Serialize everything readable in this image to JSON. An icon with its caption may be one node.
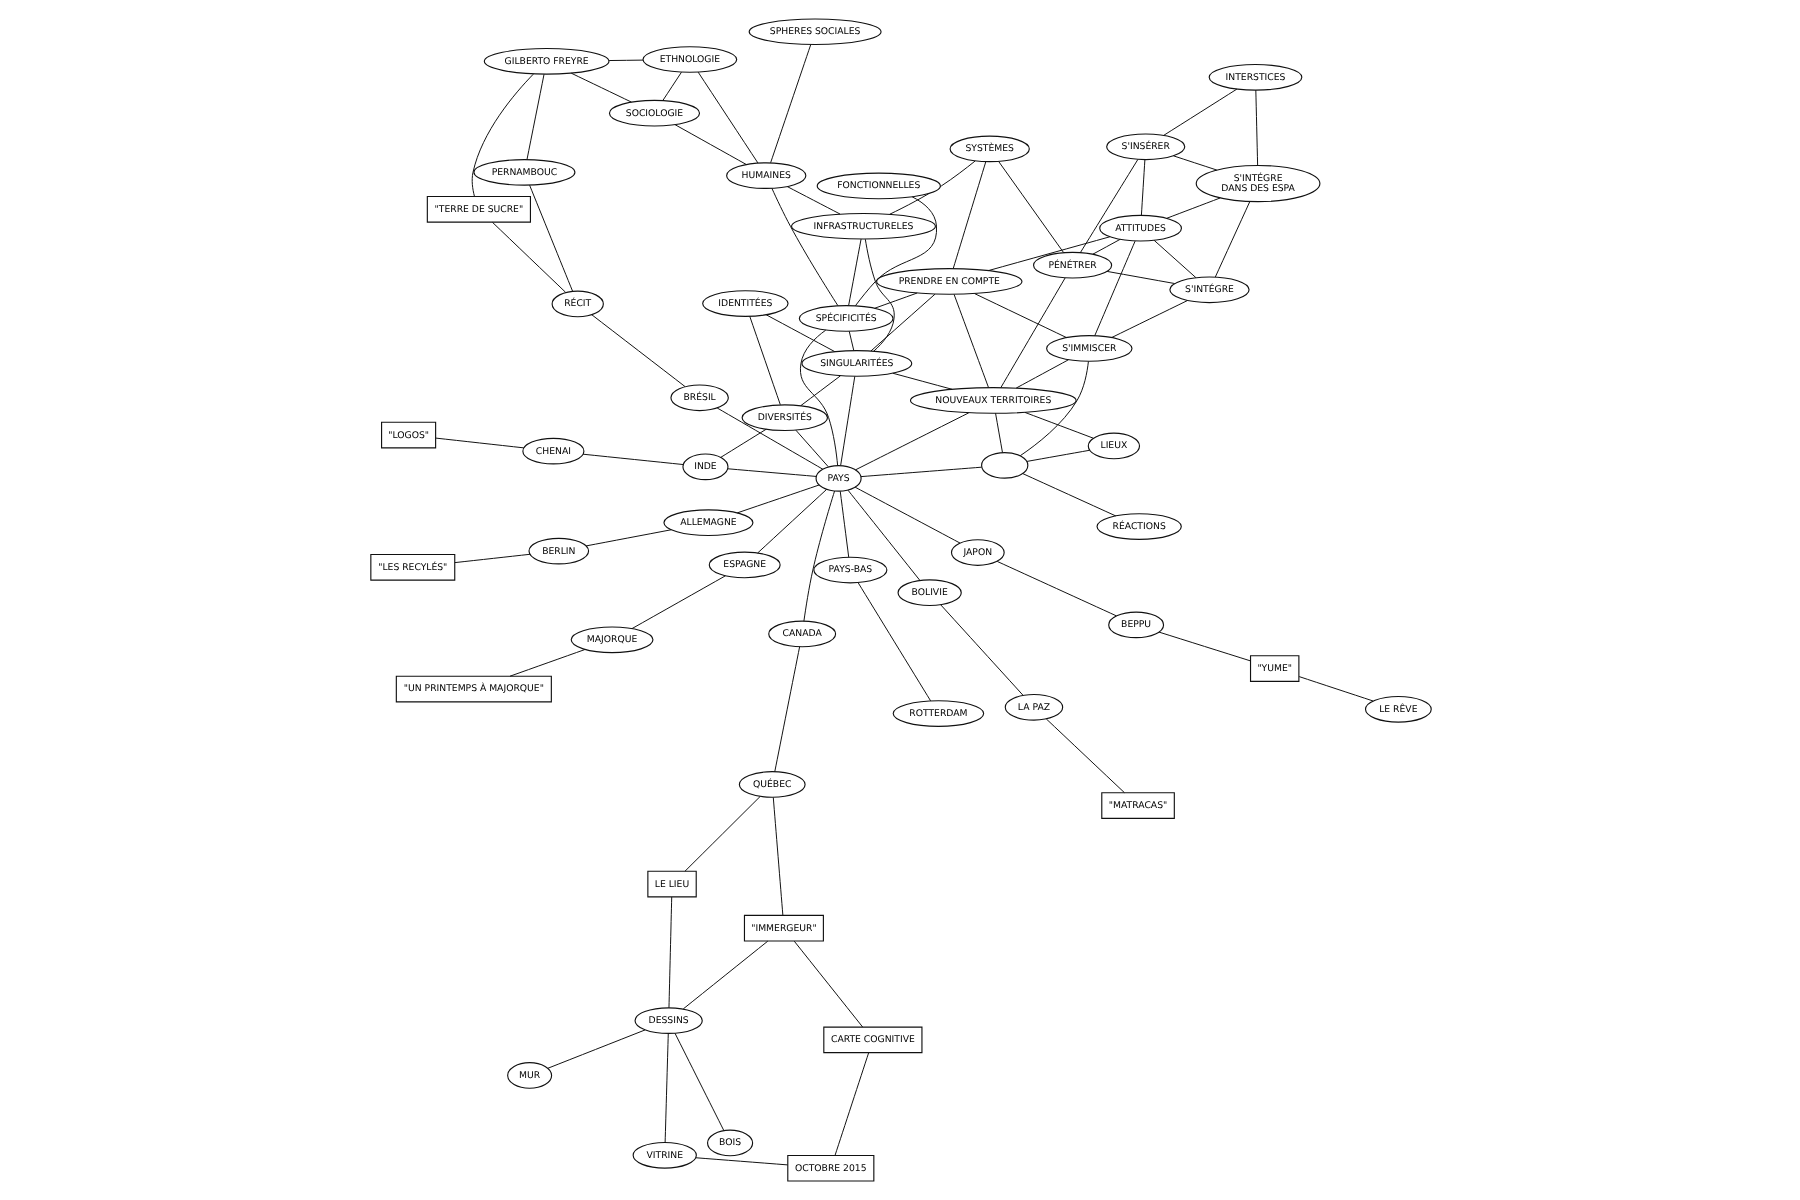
{
  "diagram": {
    "nodes": [
      {
        "text": [
          "INTERSTICES"
        ]
      },
      {
        "text": [
          "ATTITUDES"
        ]
      },
      {
        "text": [
          "S'INSÉRER"
        ]
      },
      {
        "text": [
          "S'INTÉGRE",
          "DANS DES ESPA"
        ]
      },
      {
        "text": [
          "PÉNÉTRER"
        ]
      },
      {
        "text": [
          "S'INTÉGRE"
        ]
      },
      {
        "text": [
          "SPHERES SOCIALES"
        ]
      },
      {
        "text": [
          "SYSTÈMES"
        ]
      },
      {
        "text": [
          "ETHNOLOGIE"
        ]
      },
      {
        "text": [
          "HUMAINES"
        ]
      },
      {
        "text": [
          "PRENDRE EN COMPTE"
        ]
      },
      {
        "text": [
          "S'IMMISCER"
        ]
      },
      {
        "text": [
          "SOCIOLOGIE"
        ]
      },
      {
        "text": [
          "SPÉCIFICITÉS"
        ]
      },
      {
        "text": [
          "INFRASTRUCTURELES"
        ]
      },
      {
        "text": [
          "GILBERTO FREYRE"
        ]
      },
      {
        "text": [
          "NOUVEAUX TERRITOIRES"
        ]
      },
      {
        "text": [],
        "shape": "ellipse"
      },
      {
        "text": [
          "PERNAMBOUC"
        ]
      },
      {
        "text": [
          "FONCTIONNELLES"
        ]
      },
      {
        "text": [
          "SINGULARITÉES"
        ]
      },
      {
        "text": [
          "\"TERRE DE SUCRE\""
        ]
      },
      {
        "text": [
          "RÉCIT"
        ]
      },
      {
        "text": [
          "BRÉSIL"
        ]
      },
      {
        "text": [
          "LIEUX"
        ]
      },
      {
        "text": [
          "RÉACTIONS"
        ]
      },
      {
        "text": [
          "LE LIEU"
        ]
      },
      {
        "text": [
          "CANADA"
        ]
      },
      {
        "text": [
          "QUÉBEC"
        ]
      },
      {
        "text": [
          "PAYS"
        ]
      },
      {
        "text": [
          "CARTE COGNITIVE"
        ]
      },
      {
        "text": [
          "\"IMMERGEUR\""
        ]
      },
      {
        "text": [
          "IDENTITÉES"
        ]
      },
      {
        "text": [
          "OCTOBRE 2015"
        ]
      },
      {
        "text": [
          "VITRINE"
        ]
      },
      {
        "text": [
          "DESSINS"
        ]
      },
      {
        "text": [
          "MUR"
        ]
      },
      {
        "text": [
          "PAYS-BAS"
        ]
      },
      {
        "text": [
          "ROTTERDAM"
        ]
      },
      {
        "text": [
          "ESPAGNE"
        ]
      },
      {
        "text": [
          "MAJORQUE"
        ]
      },
      {
        "text": [
          "JAPON"
        ]
      },
      {
        "text": [
          "BOIS"
        ]
      },
      {
        "text": [
          "DIVERSITÉS"
        ]
      },
      {
        "text": [
          "\"UN PRINTEMPS À MAJORQUE\""
        ]
      },
      {
        "text": [
          "BEPPU"
        ]
      },
      {
        "text": [
          "ALLEMAGNE"
        ]
      },
      {
        "text": [
          "INDE"
        ]
      },
      {
        "text": [
          "BOLIVIE"
        ]
      },
      {
        "text": [
          "\"YUME\""
        ]
      },
      {
        "text": [
          "LE RÊVE"
        ]
      },
      {
        "text": [
          "BERLIN"
        ]
      },
      {
        "text": [
          "CHENAI"
        ]
      },
      {
        "text": [
          "LA PAZ"
        ]
      },
      {
        "text": [
          "\"LES RECYLÉS\""
        ]
      },
      {
        "text": [
          "\"LOGOS\""
        ]
      },
      {
        "text": [
          "\"MATRACAS\""
        ]
      }
    ],
    "edges": [
      {
        "from": 0,
        "to": 2,
        "arrow": "none"
      },
      {
        "from": 0,
        "to": 3,
        "arrow": "none"
      },
      {
        "from": 1,
        "to": 2,
        "arrow": "none"
      },
      {
        "from": 1,
        "to": 3,
        "arrow": "none"
      },
      {
        "from": 1,
        "to": 5,
        "arrow": "none"
      },
      {
        "from": 1,
        "to": 4,
        "arrow": "none"
      },
      {
        "from": 1,
        "to": 10,
        "arrow": "none"
      },
      {
        "from": 1,
        "to": 11,
        "arrow": "none"
      },
      {
        "from": 2,
        "to": 3,
        "arrow": "none"
      },
      {
        "from": 2,
        "to": 4,
        "arrow": "none"
      },
      {
        "from": 3,
        "to": 5,
        "arrow": "none"
      },
      {
        "from": 4,
        "to": 5,
        "arrow": "none"
      },
      {
        "from": 4,
        "to": 7,
        "arrow": "none"
      },
      {
        "from": 4,
        "to": 16,
        "arrow": "none"
      },
      {
        "from": 5,
        "to": 11,
        "arrow": "none"
      },
      {
        "from": 6,
        "to": 9,
        "arrow": "none"
      },
      {
        "from": 7,
        "to": 10,
        "arrow": "none"
      },
      {
        "from": 7,
        "to": 14,
        "arrow": "none"
      },
      {
        "from": 8,
        "to": 9,
        "arrow": "none"
      },
      {
        "from": 8,
        "to": 12,
        "arrow": "none"
      },
      {
        "from": 8,
        "to": 15,
        "arrow": "none"
      },
      {
        "from": 12,
        "to": 9,
        "arrow": "none"
      },
      {
        "from": 12,
        "to": 15,
        "arrow": "none"
      },
      {
        "from": 9,
        "to": 14,
        "arrow": "none"
      },
      {
        "from": 9,
        "to": 13,
        "arrow": "none"
      },
      {
        "from": 14,
        "to": 13,
        "arrow": "none"
      },
      {
        "from": 14,
        "to": 20,
        "arrow": "none"
      },
      {
        "from": 19,
        "to": 13,
        "arrow": "none"
      },
      {
        "from": 13,
        "to": 10,
        "arrow": "none"
      },
      {
        "from": 13,
        "to": 20,
        "arrow": "none"
      },
      {
        "from": 13,
        "to": 29,
        "arrow": "none"
      },
      {
        "from": 10,
        "to": 20,
        "arrow": "none"
      },
      {
        "from": 10,
        "to": 16,
        "arrow": "none"
      },
      {
        "from": 10,
        "to": 11,
        "arrow": "none"
      },
      {
        "from": 11,
        "to": 16,
        "arrow": "none"
      },
      {
        "from": 11,
        "to": 17,
        "arrow": "none"
      },
      {
        "from": 16,
        "to": 17,
        "arrow": "none"
      },
      {
        "from": 16,
        "to": 24,
        "arrow": "none"
      },
      {
        "from": 16,
        "to": 20,
        "arrow": "none"
      },
      {
        "from": 16,
        "to": 29,
        "arrow": "none"
      },
      {
        "from": 24,
        "to": 17,
        "arrow": "none"
      },
      {
        "from": 29,
        "to": 17,
        "arrow": "none"
      },
      {
        "from": 25,
        "to": 17,
        "arrow": "none"
      },
      {
        "from": 20,
        "to": 29,
        "arrow": "none"
      },
      {
        "from": 20,
        "to": 43,
        "arrow": "none"
      },
      {
        "from": 20,
        "to": 32,
        "arrow": "none"
      },
      {
        "from": 32,
        "to": 43,
        "arrow": "none"
      },
      {
        "from": 15,
        "to": 18,
        "arrow": "none"
      },
      {
        "from": 15,
        "to": 21,
        "arrow": "none"
      },
      {
        "from": 18,
        "to": 22,
        "arrow": "none"
      },
      {
        "from": 21,
        "to": 22,
        "arrow": "none"
      },
      {
        "from": 22,
        "to": 23,
        "arrow": "none"
      },
      {
        "from": 23,
        "to": 29,
        "arrow": "none"
      },
      {
        "from": 26,
        "to": 28,
        "arrow": "none"
      },
      {
        "from": 28,
        "to": 27,
        "arrow": "none"
      },
      {
        "from": 27,
        "to": 29,
        "arrow": "none"
      },
      {
        "from": 28,
        "to": 31,
        "arrow": "none"
      },
      {
        "from": 33,
        "to": 30,
        "arrow": "none"
      },
      {
        "from": 33,
        "to": 34,
        "arrow": "none"
      },
      {
        "from": 30,
        "to": 31,
        "arrow": "none"
      },
      {
        "from": 34,
        "to": 35,
        "arrow": "none"
      },
      {
        "from": 35,
        "to": 36,
        "arrow": "none"
      },
      {
        "from": 35,
        "to": 42,
        "arrow": "none"
      },
      {
        "from": 35,
        "to": 26,
        "arrow": "none"
      },
      {
        "from": 35,
        "to": 31,
        "arrow": "none"
      },
      {
        "from": 29,
        "to": 39,
        "arrow": "none"
      },
      {
        "from": 39,
        "to": 40,
        "arrow": "none"
      },
      {
        "from": 40,
        "to": 44,
        "arrow": "none"
      },
      {
        "from": 29,
        "to": 37,
        "arrow": "none"
      },
      {
        "from": 37,
        "to": 38,
        "arrow": "none"
      },
      {
        "from": 29,
        "to": 41,
        "arrow": "none"
      },
      {
        "from": 41,
        "to": 45,
        "arrow": "none"
      },
      {
        "from": 45,
        "to": 49,
        "arrow": "none"
      },
      {
        "from": 49,
        "to": 50,
        "arrow": "none"
      },
      {
        "from": 29,
        "to": 46,
        "arrow": "none"
      },
      {
        "from": 46,
        "to": 51,
        "arrow": "none"
      },
      {
        "from": 51,
        "to": 54,
        "arrow": "none"
      },
      {
        "from": 29,
        "to": 43,
        "arrow": "none"
      },
      {
        "from": 29,
        "to": 47,
        "arrow": "none"
      },
      {
        "from": 43,
        "to": 47,
        "arrow": "none"
      },
      {
        "from": 47,
        "to": 52,
        "arrow": "none"
      },
      {
        "from": 52,
        "to": 55,
        "arrow": "none"
      },
      {
        "from": 29,
        "to": 48,
        "arrow": "none"
      },
      {
        "from": 48,
        "to": 53,
        "arrow": "none"
      },
      {
        "from": 53,
        "to": 56,
        "arrow": "none"
      }
    ]
  }
}
